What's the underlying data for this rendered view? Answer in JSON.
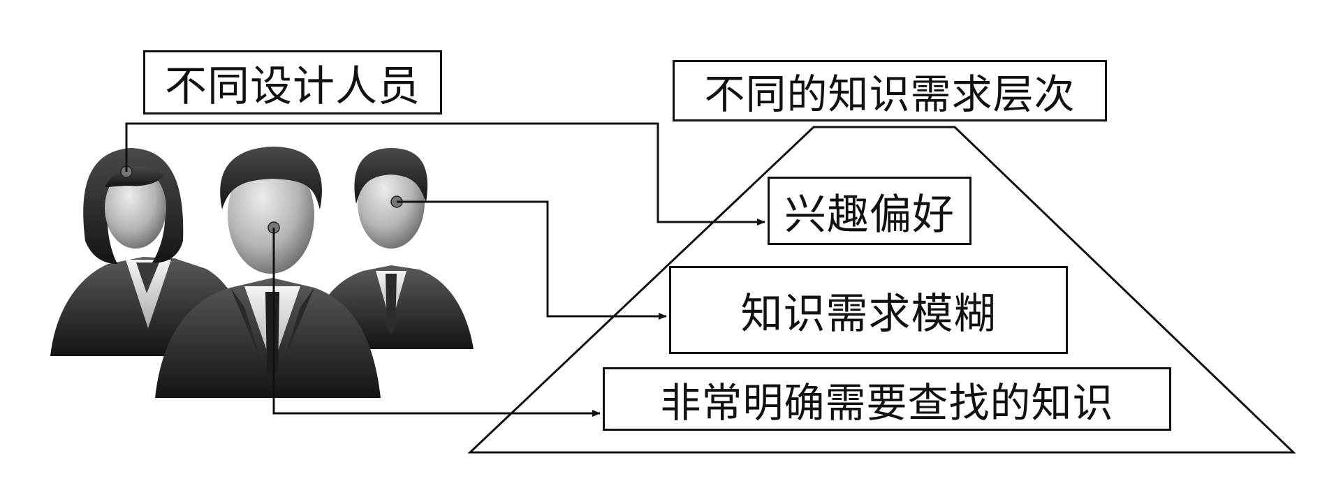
{
  "labels": {
    "designers": "不同设计人员",
    "levels": "不同的知识需求层次",
    "interest": "兴趣偏好",
    "fuzzy_need": "知识需求模糊",
    "explicit_need": "非常明确需要查找的知识"
  },
  "icons": {
    "people": [
      "woman-person-icon",
      "man-person-icon-center",
      "man-person-icon-right"
    ]
  },
  "colors": {
    "line": "#111111",
    "background": "#ffffff"
  }
}
